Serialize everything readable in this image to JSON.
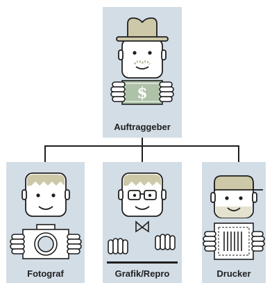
{
  "diagram": {
    "root": {
      "label": "Auftraggeber"
    },
    "children": [
      {
        "label": "Fotograf"
      },
      {
        "label": "Grafik/Repro"
      },
      {
        "label": "Drucker"
      }
    ]
  },
  "colors": {
    "card": "#d3dde6",
    "line": "#1e1e1e",
    "hair": "#cdc8a8",
    "money": "#aec2a8",
    "mustache": "#b9b49a"
  }
}
